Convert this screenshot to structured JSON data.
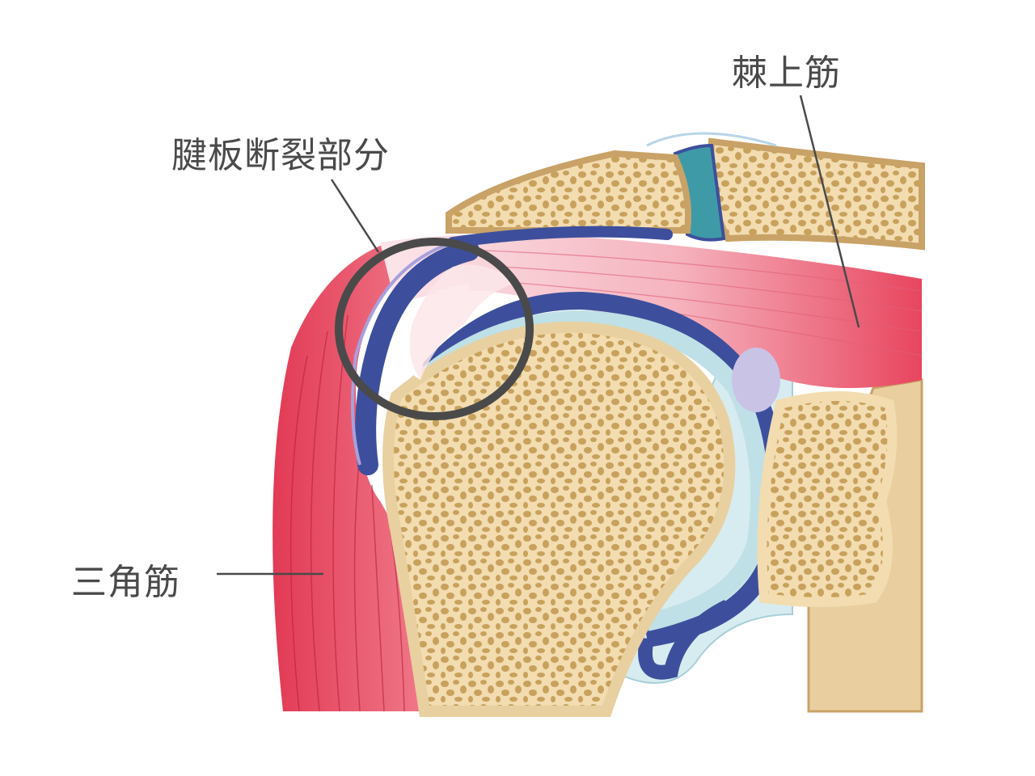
{
  "labels": {
    "supraspinatus": "棘上筋",
    "rotator_cuff_tear": "腱板断裂部分",
    "deltoid": "三角筋"
  },
  "colors": {
    "bone": "#f2dcb0",
    "bone_edge": "#c9a267",
    "bone_spots": "#c8a15c",
    "muscle": "#e8455e",
    "tendon": "#f9dfe4",
    "cartilage_light": "#bfe0e6",
    "cartilage_dark": "#3d4f9c",
    "bursa": "#c9c3e6",
    "circle": "#4a4a4a",
    "text": "#4a4a4a"
  }
}
